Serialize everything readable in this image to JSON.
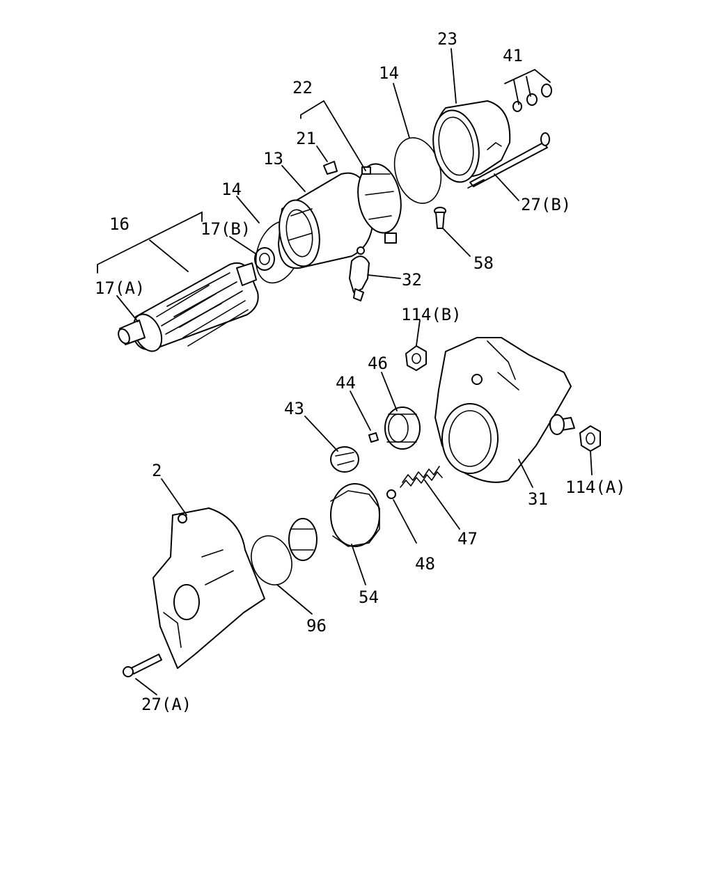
{
  "labels": {
    "l2": "2",
    "l13": "13",
    "l14a": "14",
    "l14b": "14",
    "l16": "16",
    "l17a": "17(A)",
    "l17b": "17(B)",
    "l21": "21",
    "l22": "22",
    "l23": "23",
    "l27a": "27(A)",
    "l27b": "27(B)",
    "l31": "31",
    "l32": "32",
    "l41": "41",
    "l43": "43",
    "l44": "44",
    "l46": "46",
    "l47": "47",
    "l48": "48",
    "l54": "54",
    "l58": "58",
    "l96": "96",
    "l114a": "114(A)",
    "l114b": "114(B)"
  }
}
